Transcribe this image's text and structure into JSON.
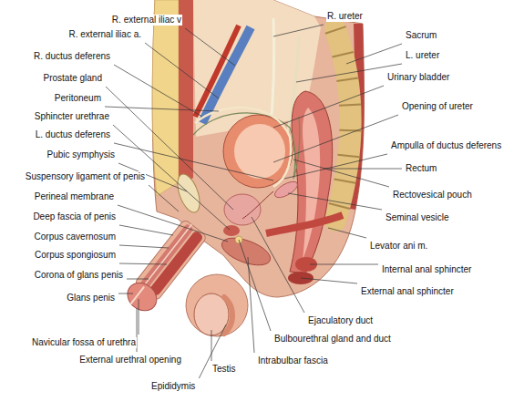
{
  "diagram": {
    "labels": [
      "R. external iliac v",
      "R. external iliac a.",
      "R. ductus deferens",
      "Prostate gland",
      "Peritoneum",
      "Sphincter urethrae",
      "L. ductus deferens",
      "Pubic symphysis",
      "Suspensory ligament of penis",
      "Perineal membrane",
      "Deep fascia of penis",
      "Corpus cavernosum",
      "Corpus spongiosum",
      "Corona of glans penis",
      "Glans penis",
      "Navicular fossa of urethra",
      "External urethral opening",
      "Epididymis",
      "Testis",
      "Intrabulbar fascia",
      "Bulbourethral gland and duct",
      "Ejaculatory duct",
      "R. ureter",
      "Sacrum",
      "L. ureter",
      "Urinary bladder",
      "Opening of ureter",
      "Ampulla of ductus deferens",
      "Rectum",
      "Rectovesical pouch",
      "Seminal vesicle",
      "Levator ani m.",
      "Internal anal sphincter",
      "External anal sphincter"
    ]
  }
}
